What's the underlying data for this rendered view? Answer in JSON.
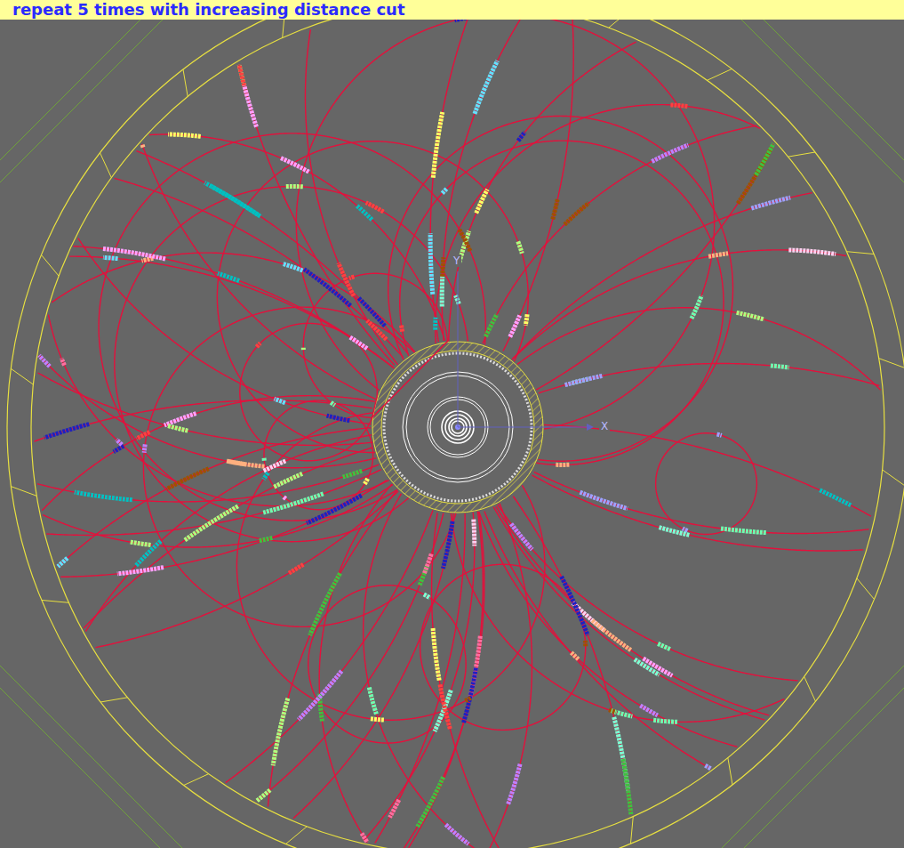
{
  "diagram": {
    "title": "repeat 5 times with increasing distance cut",
    "labels": [
      "X",
      "Y"
    ]
  }
}
